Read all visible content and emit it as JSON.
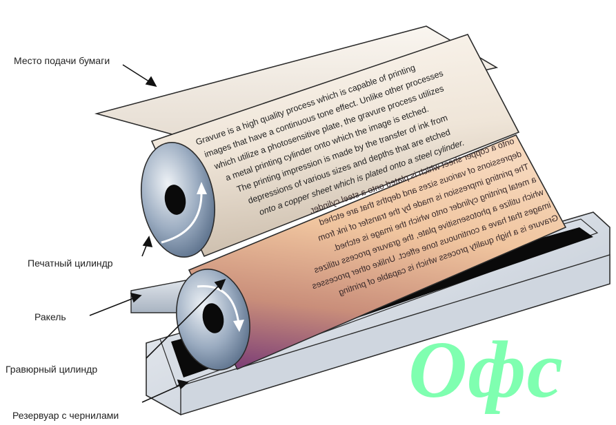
{
  "labels": {
    "paper_feed": "Место подачи бумаги",
    "impression_cylinder": "Печатный цилиндр",
    "doctor_blade": "Ракель",
    "gravure_cylinder": "Гравюрный цилиндр",
    "ink_reservoir": "Резервуар с чернилами"
  },
  "overlay_text": "Офс",
  "paper_text": [
    "Gravure is a high quality process which is capable of printing",
    "images that have a continuous tone effect. Unlike other processes",
    "which utilize a photosensitive plate, the gravure process utilizes",
    "a metal printing cylinder onto which the image is etched.",
    "The printing impression is made by the transfer of ink from",
    "depressions of various sizes and depths that are etched",
    "onto a copper sheet which is plated onto a steel cylinder."
  ],
  "colors": {
    "overlay": "#7fffb0",
    "paper": "#f1ebe3",
    "copper_light": "#f4d4b7",
    "copper_dark": "#7a3c76",
    "steel": "#7a8ea8",
    "ink": "#0a0a0a"
  }
}
